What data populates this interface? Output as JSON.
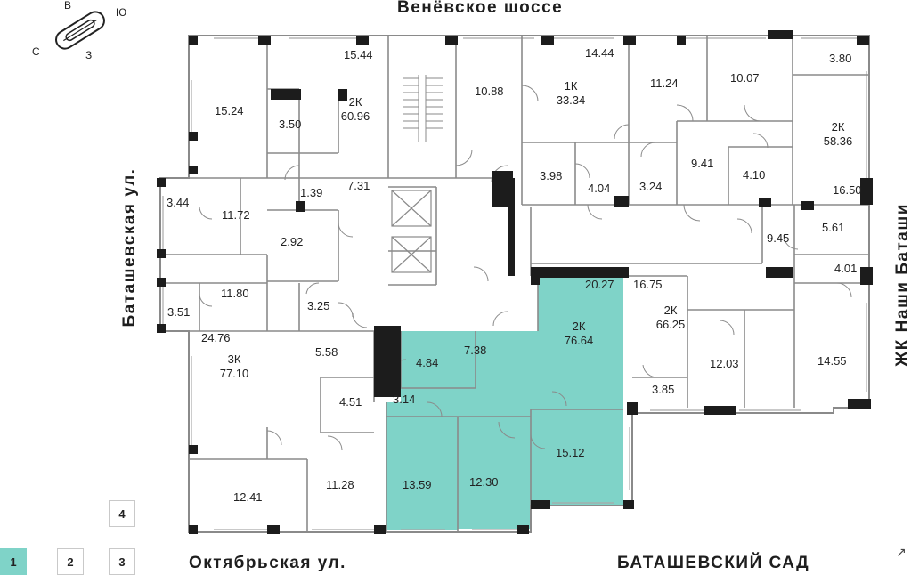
{
  "streets": {
    "top": "Венёвское шоссе",
    "left": "Баташевская ул.",
    "right": "ЖК Наши Баташи",
    "bottom_left": "Октябрьская ул.",
    "bottom_right": "БАТАШЕВСКИЙ САД"
  },
  "compass": {
    "north": "С",
    "east": "В",
    "south": "Ю",
    "west": "З"
  },
  "buildings": [
    {
      "label": "1",
      "active": true
    },
    {
      "label": "2",
      "active": false
    },
    {
      "label": "3",
      "active": false
    },
    {
      "label": "4",
      "active": false
    }
  ],
  "colors": {
    "highlight": "#7fd3c8",
    "wall": "#1c1c1c",
    "outline": "#8a8a8a",
    "window": "#a9a9a9"
  },
  "apartments": [
    {
      "id": "a1",
      "type": "2К",
      "area": "60.96"
    },
    {
      "id": "a2",
      "type": "1К",
      "area": "33.34"
    },
    {
      "id": "a3",
      "type": "2К",
      "area": "58.36"
    },
    {
      "id": "a4",
      "type": "3К",
      "area": "77.10"
    },
    {
      "id": "a5",
      "type": "2К",
      "area": "76.64",
      "highlight": true
    },
    {
      "id": "a6",
      "type": "2К",
      "area": "66.25"
    }
  ],
  "rooms": [
    "15.44",
    "15.24",
    "3.50",
    "1.39",
    "7.31",
    "3.44",
    "11.72",
    "2.92",
    "3.51",
    "11.80",
    "3.25",
    "24.76",
    "5.58",
    "4.51",
    "12.41",
    "11.28",
    "10.88",
    "14.44",
    "3.98",
    "4.04",
    "11.24",
    "10.07",
    "3.80",
    "9.41",
    "4.10",
    "3.24",
    "16.50",
    "9.45",
    "5.61",
    "4.01",
    "16.75",
    "20.27",
    "4.84",
    "7.38",
    "3.14",
    "13.59",
    "12.30",
    "15.12",
    "3.85",
    "12.03",
    "14.55"
  ]
}
